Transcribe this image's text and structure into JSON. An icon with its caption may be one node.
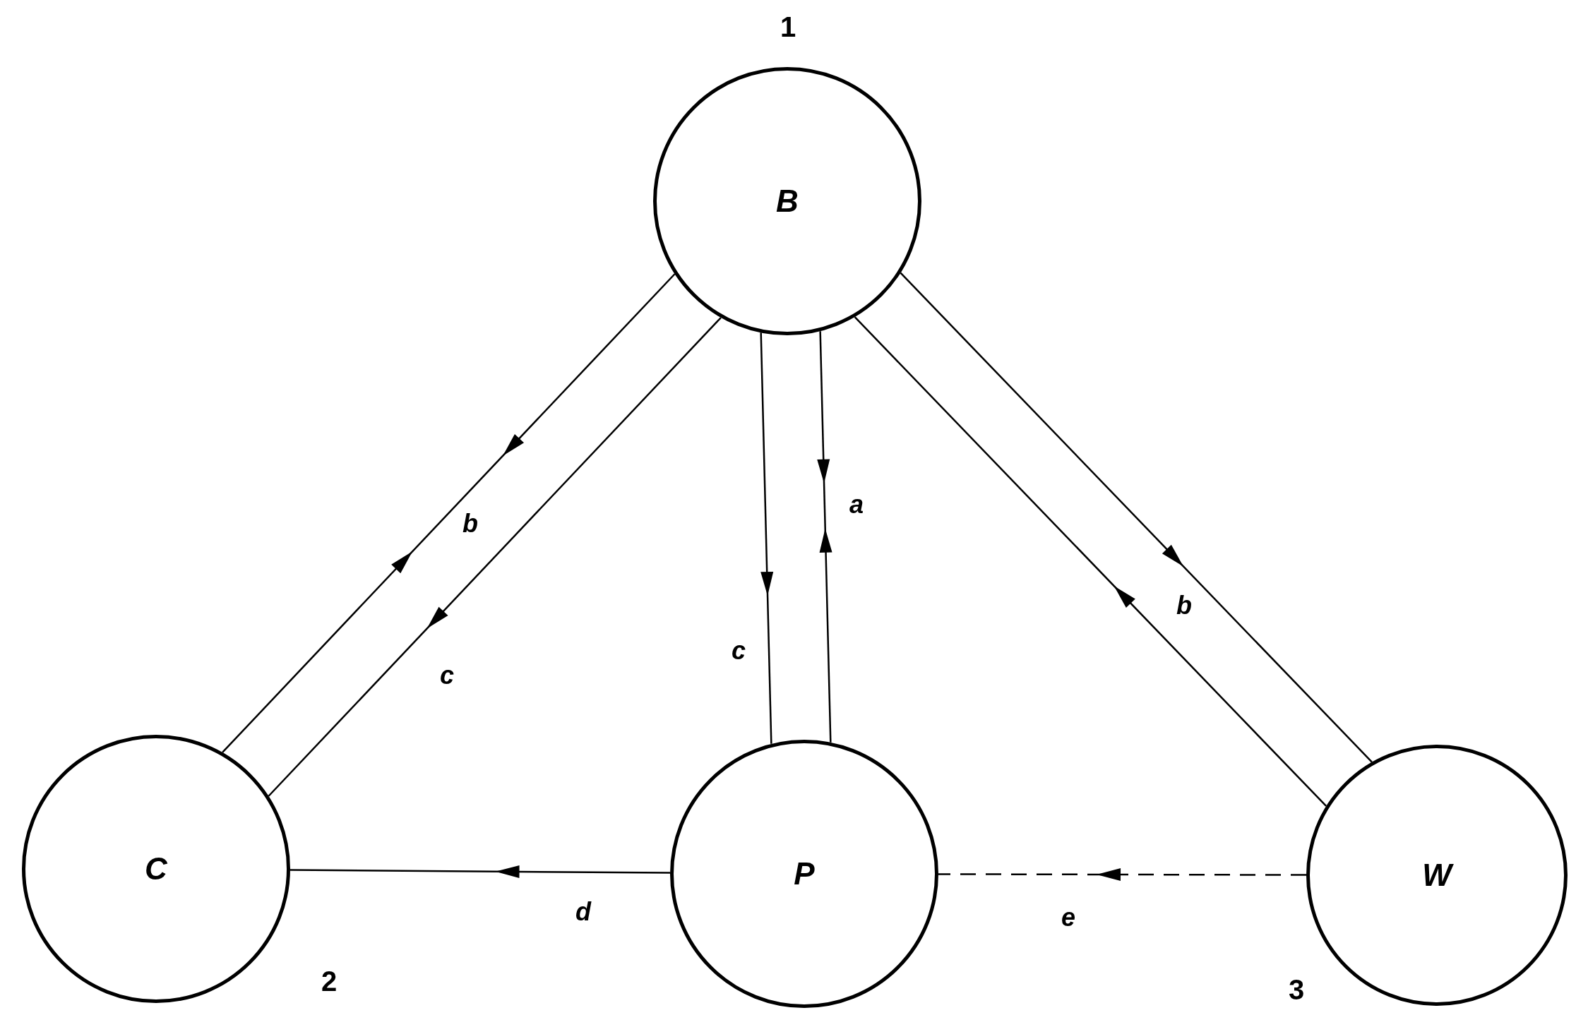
{
  "diagram": {
    "nodes": [
      {
        "text": [
          "B"
        ],
        "beside": [
          "1"
        ]
      },
      {
        "text": [
          "C"
        ],
        "beside": [
          "2"
        ]
      },
      {
        "text": [
          "P"
        ]
      },
      {
        "text": [
          "W"
        ],
        "beside": [
          "3"
        ]
      }
    ],
    "edges": [
      {
        "from": 0,
        "to": 1,
        "arrow": "both",
        "label": "b"
      },
      {
        "from": 0,
        "to": 1,
        "arrow": "to",
        "label": "c"
      },
      {
        "from": 0,
        "to": 2,
        "arrow": "to",
        "label": "c"
      },
      {
        "from": 0,
        "to": 2,
        "arrow": "both",
        "label": "a"
      },
      {
        "from": 0,
        "to": 3,
        "arrow": "to"
      },
      {
        "from": 3,
        "to": 0,
        "arrow": "to",
        "label": "b"
      },
      {
        "from": 2,
        "to": 1,
        "arrow": "to",
        "label": "d"
      },
      {
        "from": 3,
        "to": 2,
        "arrow": "to",
        "label": "e",
        "style": "dashed"
      }
    ]
  }
}
